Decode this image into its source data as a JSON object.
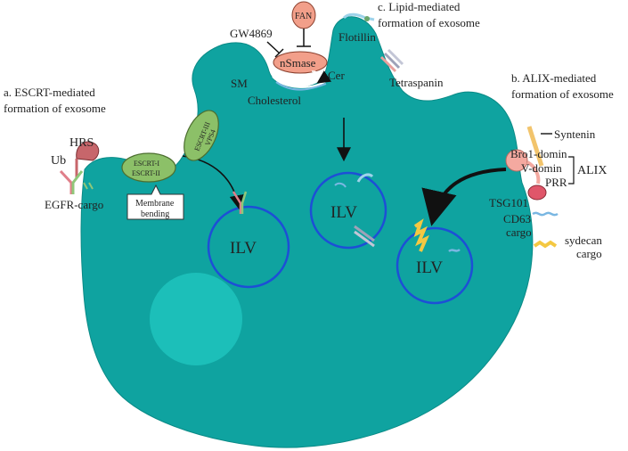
{
  "sections": {
    "escrt": {
      "line1": "a. ESCRT-mediated",
      "line2": "formation of exosome"
    },
    "alix": {
      "line1": "b. ALIX-mediated",
      "line2": "formation of exosome"
    },
    "lipid": {
      "line1": "c. Lipid-mediated",
      "line2": "formation of exosome"
    }
  },
  "labels": {
    "fan": "FAN",
    "gw4869": "GW4869",
    "nsmase": "nSmase",
    "flotillin": "Flotillin",
    "sm": "SM",
    "cer": "Cer",
    "cholesterol": "Cholesterol",
    "tetraspanin": "Tetraspanin",
    "hrs": "HRS",
    "ub": "Ub",
    "egfr_cargo": "EGFR-cargo",
    "escrt_i": "ESCRT-I",
    "escrt_ii": "ESCRT-II",
    "escrt_iii": "ESCRT-III",
    "vps4": "VPS4",
    "membrane": "Membrane",
    "bending": "bending",
    "syntenin": "Syntenin",
    "bro1": "Bro1-domin",
    "vdomin": "V-domin",
    "alix": "ALIX",
    "prr": "PRR",
    "tsg101": "TSG101",
    "cd63": "CD63",
    "cd63_cargo": "cargo",
    "sydecan": "sydecan",
    "sydecan_cargo": "cargo",
    "ilv_a": "ILV",
    "ilv_b": "ILV",
    "ilv_c": "ILV"
  },
  "colors": {
    "cell": "#0fa3a0",
    "nucleus": "#1fc4bd",
    "ilv_border": "#1d4fd6",
    "fan_fill": "#f29f8a",
    "escrt_fill": "#8cc068",
    "alix_pink": "#f4a9a0",
    "tsg_red": "#e0566a",
    "syntenin": "#f2c46c",
    "sydecan": "#f4c842"
  }
}
